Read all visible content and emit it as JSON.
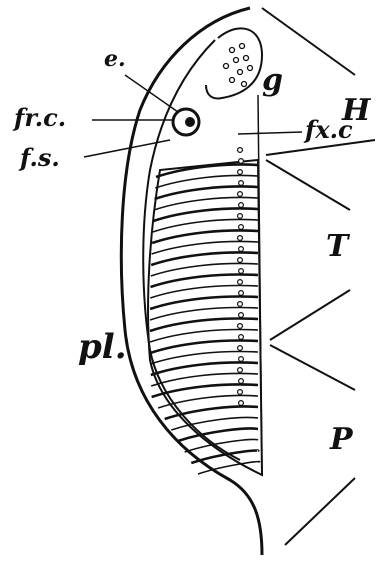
{
  "figure": {
    "labels": {
      "e": "e.",
      "frc": "fr.c.",
      "fs": "f.s.",
      "g": "g",
      "fxc": "fx.c",
      "H": "H",
      "T": "T",
      "pl": "pl.",
      "P": "P"
    },
    "colors": {
      "ink": "#111111",
      "paper": "#ffffff"
    }
  }
}
